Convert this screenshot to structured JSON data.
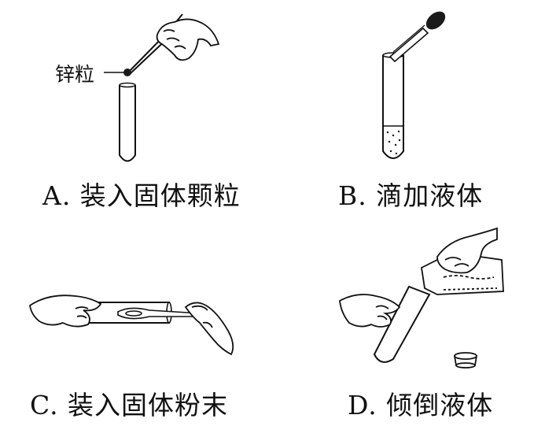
{
  "figure": {
    "panels": [
      {
        "id": "A",
        "caption": "A. 装入固体颗粒",
        "callout": "锌粒",
        "correct": true
      },
      {
        "id": "B",
        "caption": "B. 滴加液体",
        "correct": true
      },
      {
        "id": "C",
        "caption": "C. 装入固体粉末",
        "correct": true
      },
      {
        "id": "D",
        "caption": "D. 倾倒液体",
        "correct": true
      }
    ],
    "colors": {
      "ink": "#111111",
      "fill": "#ffffff",
      "bulb": "#1a1a1a"
    }
  }
}
